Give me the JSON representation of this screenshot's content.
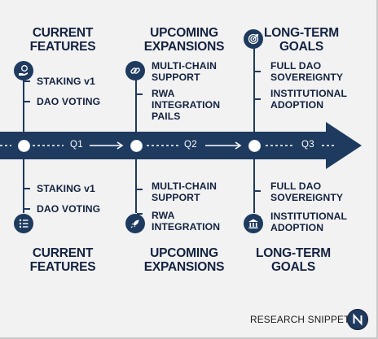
{
  "columns": [
    {
      "top_heading": [
        "CURRENT",
        "FEATURES"
      ],
      "top_items": [
        [
          "STAKING v1"
        ],
        [
          "DAO VOTING"
        ]
      ],
      "bottom_items": [
        [
          "STAKING v1"
        ],
        [
          "DAO VOTING"
        ]
      ],
      "bottom_heading": [
        "CURRENT",
        "FEATURES"
      ],
      "top_icon": "hand-coin-icon",
      "bottom_icon": "list-icon"
    },
    {
      "top_heading": [
        "UPCOMING",
        "EXPANSIONS"
      ],
      "top_items": [
        [
          "MULTI-CHAIN",
          "SUPPORT"
        ],
        [
          "RWA",
          "INTEGRATION",
          "PAILS"
        ]
      ],
      "bottom_items": [
        [
          "MULTI-CHAIN",
          "SUPPORT"
        ],
        [
          "RWA",
          "INTEGRATION"
        ]
      ],
      "bottom_heading": [
        "UPCOMING",
        "EXPANSIONS"
      ],
      "top_icon": "chain-link-icon",
      "bottom_icon": "rocket-icon"
    },
    {
      "top_heading": [
        "LONG-TERM",
        "GOALS"
      ],
      "top_items": [
        [
          "FULL DAO",
          "SOVEREIGNTY"
        ],
        [
          "INSTITUTIONAL",
          "ADOPTION"
        ]
      ],
      "bottom_items": [
        [
          "FULL DAO",
          "SOVEREIGNTY"
        ],
        [
          "INSTITUTIONAL",
          "ADOPTION"
        ]
      ],
      "bottom_heading": [
        "LONG-TERM",
        "GOALS"
      ],
      "top_icon": "target-icon",
      "bottom_icon": "bank-icon"
    }
  ],
  "timeline": {
    "labels": [
      "Q1",
      "Q2",
      "Q3"
    ]
  },
  "footer": {
    "text": "RESEARCH SNIPPET",
    "logo_icon": "n-logo-icon"
  },
  "colors": {
    "navy": "#1e3a5f",
    "text": "#132240",
    "background": "#f2f2f2"
  }
}
